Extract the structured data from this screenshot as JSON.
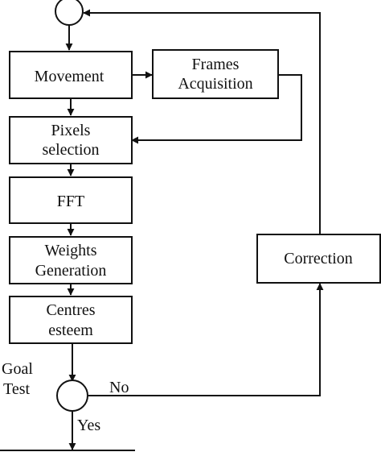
{
  "diagram": {
    "boxes": {
      "movement": "Movement",
      "frames_line1": "Frames",
      "frames_line2": "Acquisition",
      "pixels_line1": "Pixels",
      "pixels_line2": "selection",
      "fft": "FFT",
      "weights_line1": "Weights",
      "weights_line2": "Generation",
      "centres_line1": "Centres",
      "centres_line2": "esteem",
      "correction": "Correction"
    },
    "labels": {
      "goal_line1": "Goal",
      "goal_line2": "Test",
      "no": "No",
      "yes": "Yes"
    }
  }
}
